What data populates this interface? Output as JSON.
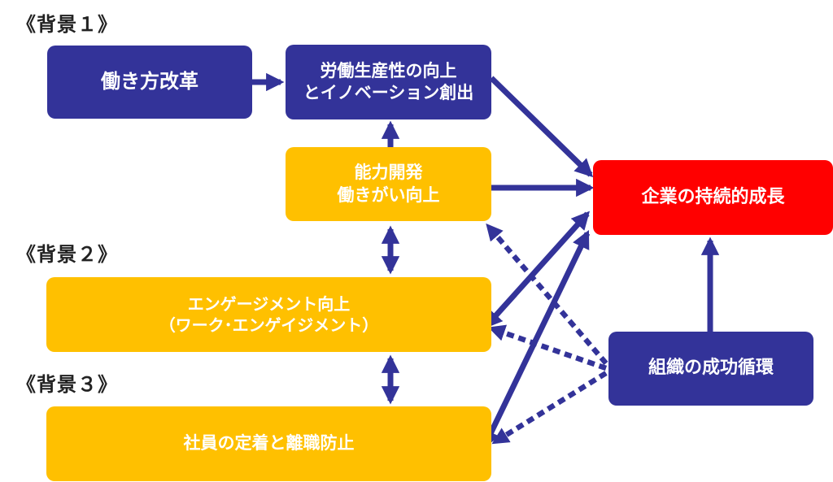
{
  "labels": {
    "bg1": "《背景１》",
    "bg2": "《背景２》",
    "bg3": "《背景３》"
  },
  "boxes": {
    "work_style": "働き方改革",
    "productivity_l1": "労働生産性の向上",
    "productivity_l2": "とイノベーション創出",
    "ability_l1": "能力開発",
    "ability_l2": "働きがい向上",
    "engagement_l1": "エンゲージメント向上",
    "engagement_l2": "（ワーク･エンゲイジメント）",
    "retention": "社員の定着と離職防止",
    "growth": "企業の持続的成長",
    "cycle": "組織の成功循環"
  },
  "colors": {
    "navy": "#333399",
    "gold": "#FFC000",
    "red": "#FF0000",
    "text_dark": "#222222"
  }
}
